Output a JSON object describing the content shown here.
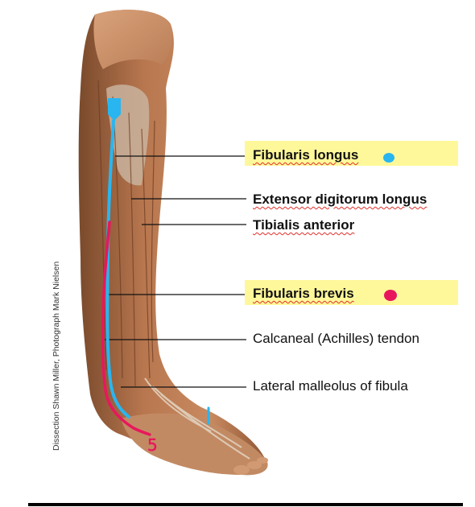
{
  "labels": {
    "fibularis_longus": "Fibularis longus",
    "extensor_digitorum_longus": "Extensor digitorum longus",
    "tibialis_anterior": "Tibialis anterior",
    "fibularis_brevis": "Fibularis brevis",
    "calcaneal_tendon": "Calcaneal (Achilles) tendon",
    "lateral_malleolus": "Lateral malleolus of fibula"
  },
  "credit": "Dissection Shawn Miller, Photograph Mark Nielsen",
  "colors": {
    "highlight": "#fff89a",
    "fibularis_longus_marker": "#29b6f0",
    "fibularis_brevis_marker": "#e8175d",
    "squiggle": "#e0302a"
  },
  "markers": {
    "tendon_number": "5"
  }
}
